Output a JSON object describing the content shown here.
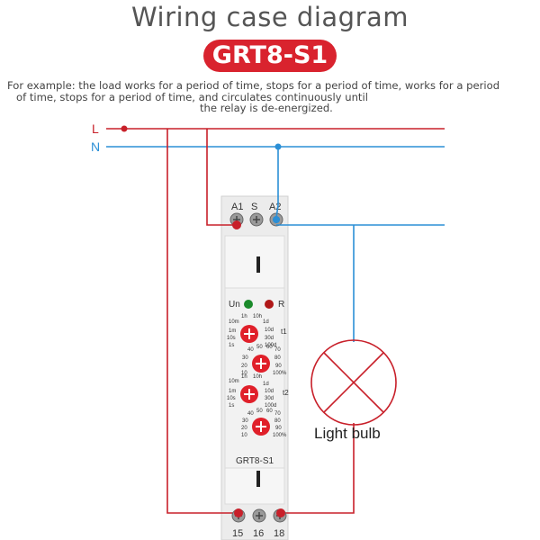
{
  "header": {
    "title": "Wiring case diagram",
    "model": "GRT8-S1",
    "description_lines": [
      "For example: the load works for a period of time, stops for a period of time, works for a period",
      "of time, stops for a period of time, and circulates continuously until",
      "the relay is de-energized."
    ]
  },
  "lines": {
    "live": "L",
    "neutral": "N"
  },
  "relay": {
    "top_terminals": [
      "A1",
      "S",
      "A2"
    ],
    "indicators": {
      "power": "Un",
      "relay": "R"
    },
    "dial_t1_labels": [
      "10m",
      "1h",
      "10h",
      "1d",
      "1m",
      "10d",
      "10s",
      "30d",
      "1s",
      "100d"
    ],
    "dial_t1_name": "t1",
    "dial_percent_labels": [
      "40",
      "50",
      "60",
      "70",
      "30",
      "80",
      "20",
      "90",
      "10",
      "100%"
    ],
    "dial_t2_labels": [
      "10m",
      "1h",
      "10h",
      "1d",
      "1m",
      "10d",
      "10s",
      "30d",
      "1s",
      "100d"
    ],
    "dial_t2_name": "t2",
    "model_label": "GRT8-S1",
    "bottom_terminals": [
      "15",
      "16",
      "18"
    ]
  },
  "load": {
    "label": "Light bulb"
  },
  "colors": {
    "live_wire": "#c8202a",
    "neutral_wire": "#2b8fd6",
    "badge": "#d9232e",
    "dial": "#e0202a",
    "power_led": "#1a8a2a",
    "relay_led": "#b01818"
  }
}
